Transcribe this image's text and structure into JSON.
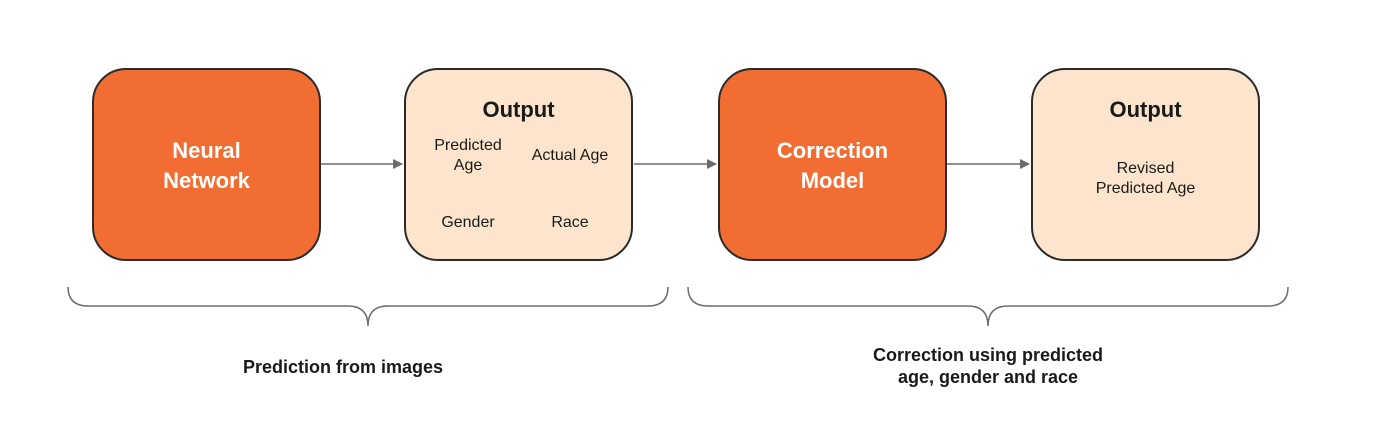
{
  "colors": {
    "process_fill": "#f26d32",
    "output_fill": "#fce5cc",
    "border": "#2b2b2b",
    "connector": "#6b6b6b"
  },
  "boxes": {
    "neural_network": {
      "label": "Neural\nNetwork"
    },
    "output_1": {
      "title": "Output",
      "predicted_age": "Predicted\nAge",
      "actual_age": "Actual Age",
      "gender": "Gender",
      "race": "Race"
    },
    "correction_model": {
      "label": "Correction\nModel"
    },
    "output_2": {
      "title": "Output",
      "revised_predicted_age": "Revised\nPredicted Age"
    }
  },
  "captions": {
    "left": "Prediction from images",
    "right": "Correction using predicted\nage, gender and race"
  }
}
